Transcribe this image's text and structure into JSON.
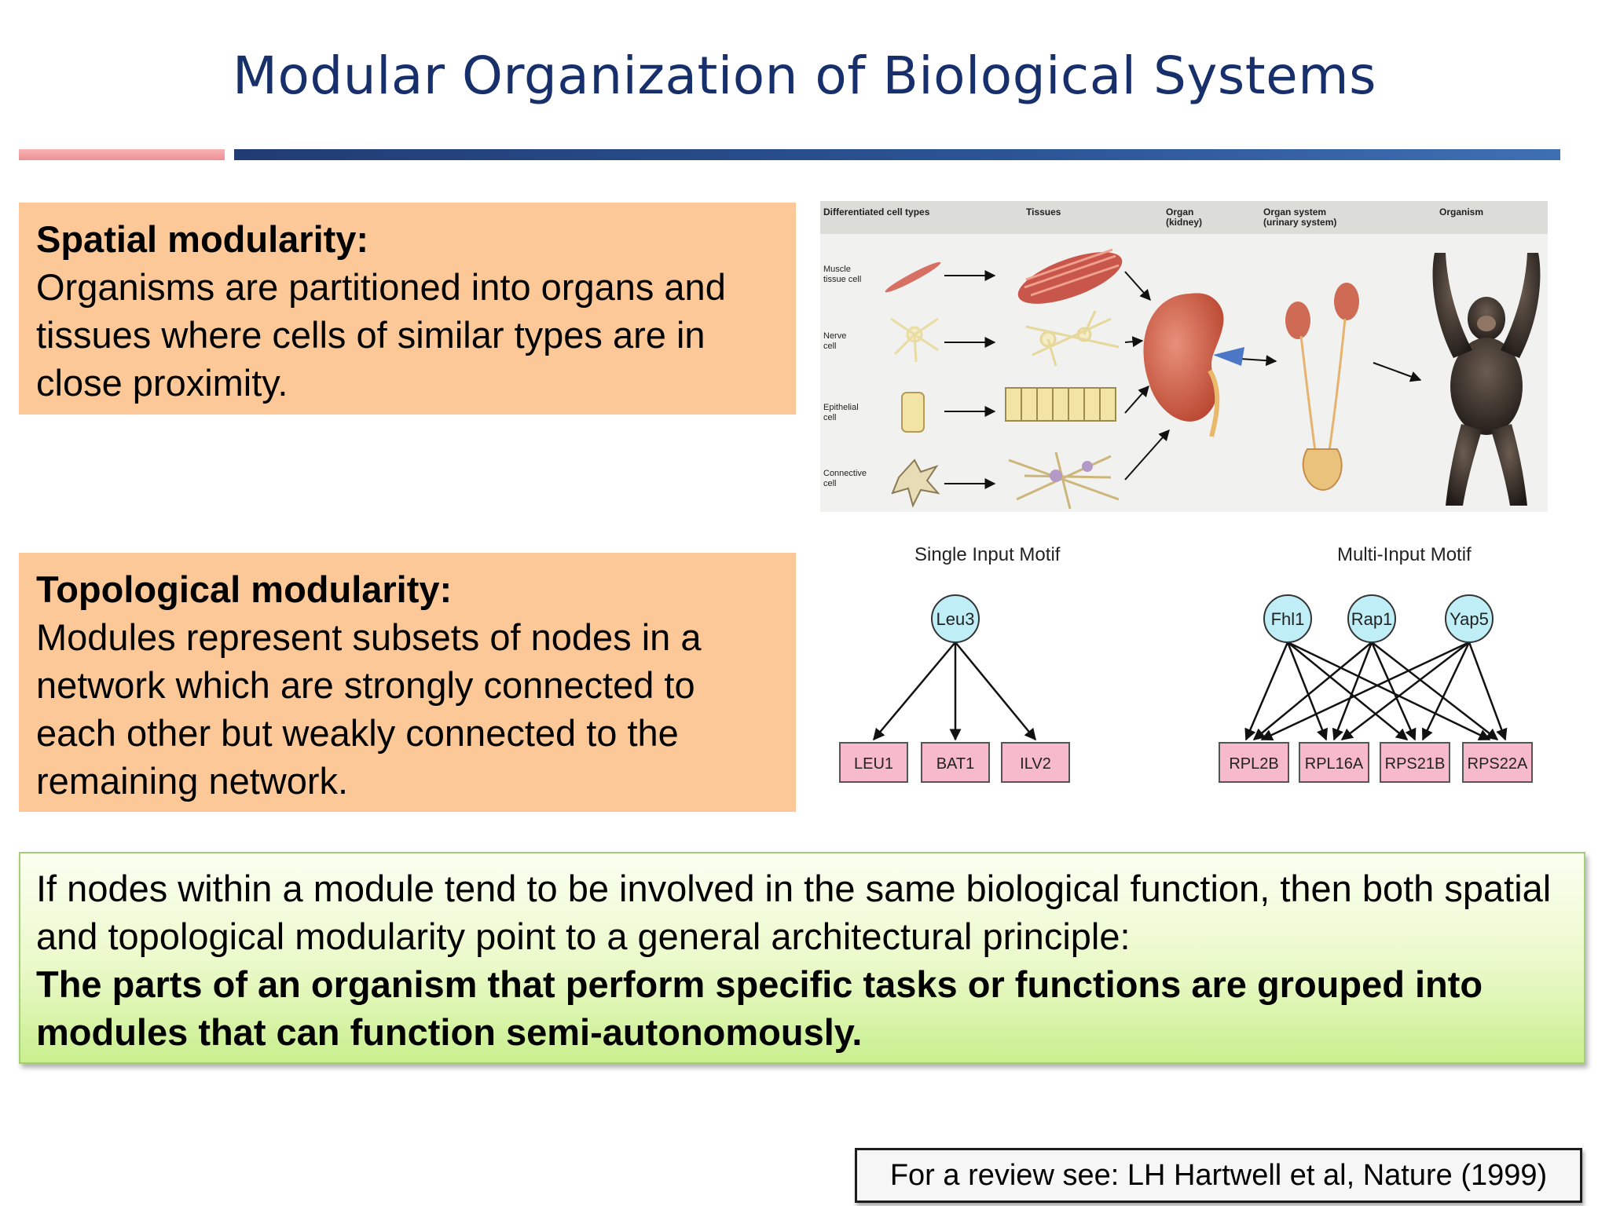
{
  "slide": {
    "title": "Modular Organization of Biological Systems"
  },
  "spatial": {
    "heading": "Spatial modularity:",
    "text": "Organisms are partitioned into organs and tissues where cells of similar types are in close proximity."
  },
  "topological": {
    "heading": "Topological modularity:",
    "text": "Modules represent subsets of nodes in a network which are strongly connected to each other but weakly connected to the remaining network."
  },
  "figure_top": {
    "columns": [
      "Differentiated cell types",
      "Tissues",
      "Organ\n(kidney)",
      "Organ system\n(urinary system)",
      "Organism"
    ],
    "cell_labels": [
      "Muscle\ntissue cell",
      "Nerve\ncell",
      "Epithelial\ncell",
      "Connective\ncell"
    ]
  },
  "motifs": {
    "single": {
      "title": "Single Input Motif",
      "regulator": "Leu3",
      "targets": [
        "LEU1",
        "BAT1",
        "ILV2"
      ]
    },
    "multi": {
      "title": "Multi-Input Motif",
      "regulators": [
        "Fhl1",
        "Rap1",
        "Yap5"
      ],
      "targets": [
        "RPL2B",
        "RPL16A",
        "RPS21B",
        "RPS22A"
      ]
    }
  },
  "conclusion": {
    "text": "If nodes within a module tend to be involved in the same biological function, then both spatial and topological modularity point to a general architectural principle:",
    "bold": "The parts of an organism that perform specific tasks or functions are grouped into modules that can function semi-autonomously."
  },
  "reference": "For a review see: LH Hartwell et al, Nature (1999)",
  "colors": {
    "title": "#17306b",
    "orange_box": "#fcc897",
    "green_box": "#d8f3a6",
    "node_fill": "#bfeef7",
    "gene_box": "#f7b9cc"
  }
}
